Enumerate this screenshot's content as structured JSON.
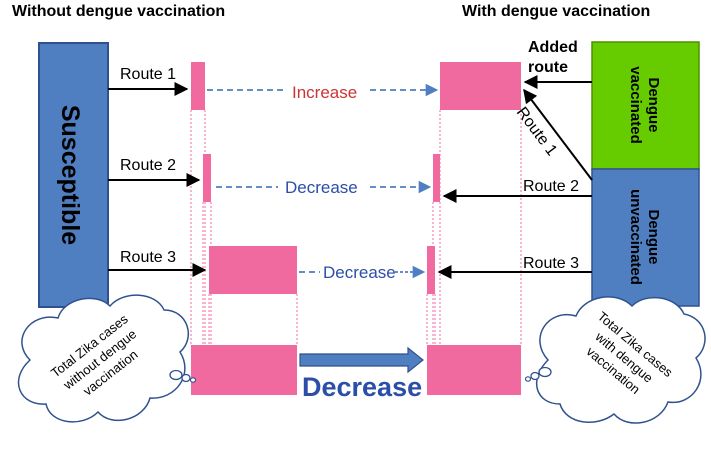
{
  "headers": {
    "left": "Without dengue vaccination",
    "right": "With dengue vaccination"
  },
  "boxes": {
    "susceptible": "Susceptible",
    "dengue_vaccinated": [
      "Dengue",
      "vaccinated"
    ],
    "dengue_unvaccinated": [
      "Dengue",
      "unvaccinated"
    ]
  },
  "routes": {
    "left_1": "Route 1",
    "left_2": "Route 2",
    "left_3": "Route 3",
    "right_1": "Route 1",
    "right_2": "Route 2",
    "right_3": "Route 3",
    "added": [
      "Added",
      "route"
    ]
  },
  "changes": {
    "route1": "Increase",
    "route2": "Decrease",
    "route3": "Decrease",
    "total": "Decrease"
  },
  "clouds": {
    "left": [
      "Total Zika cases",
      "without dengue",
      "vaccination"
    ],
    "right": [
      "Total Zika cases",
      "with dengue",
      "vaccination"
    ]
  },
  "colors": {
    "blue_box": "#4f7fc1",
    "green_box": "#66cc00",
    "pink": "#f06aa0",
    "increase_text": "#cc3333",
    "decrease_text": "#2b4ea8",
    "dashed_arrow": "#4f7fc1"
  }
}
